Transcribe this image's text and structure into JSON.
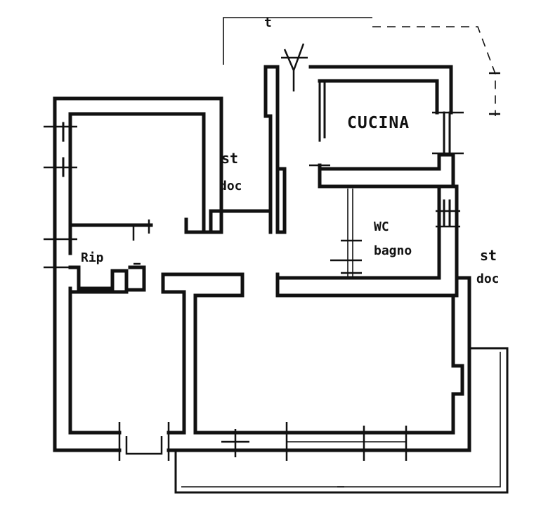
{
  "rooms": {
    "cucina": "CUCINA",
    "ripostiglio": "Rip",
    "wc": "WC",
    "bagno": "bagno",
    "stair_left_top": "st",
    "stair_left_bottom": "doc",
    "stair_right_top": "st",
    "stair_right_bottom": "doc"
  },
  "annotations": {
    "top_mark": "t"
  }
}
